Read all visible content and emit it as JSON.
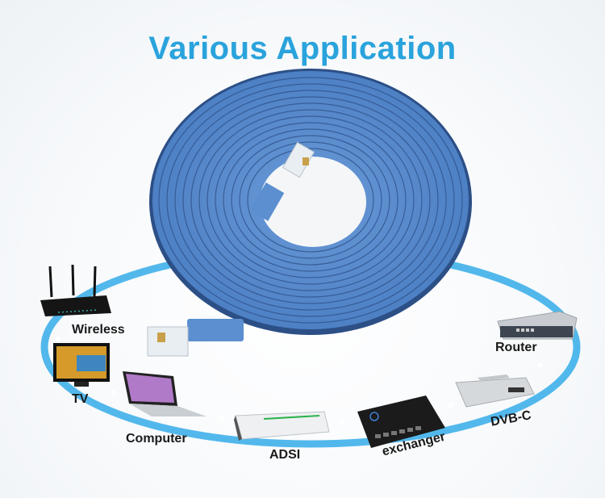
{
  "title": "Various Application",
  "colors": {
    "title": "#2aa3dc",
    "ring": "#3fb0ea",
    "cable": "#5b8fd0",
    "cable_dark": "#2c4f86",
    "label": "#1a1a1a"
  },
  "devices": [
    {
      "id": "wireless",
      "label": "Wireless",
      "icon": "wireless-router-icon"
    },
    {
      "id": "tv",
      "label": "TV",
      "icon": "tv-icon"
    },
    {
      "id": "computer",
      "label": "Computer",
      "icon": "laptop-icon"
    },
    {
      "id": "adsi",
      "label": "ADSI",
      "icon": "adsl-modem-icon"
    },
    {
      "id": "exchanger",
      "label": "exchanger",
      "icon": "ethernet-switch-icon"
    },
    {
      "id": "dvbc",
      "label": "DVB-C",
      "icon": "set-top-box-icon"
    },
    {
      "id": "router",
      "label": "Router",
      "icon": "router-icon"
    }
  ]
}
